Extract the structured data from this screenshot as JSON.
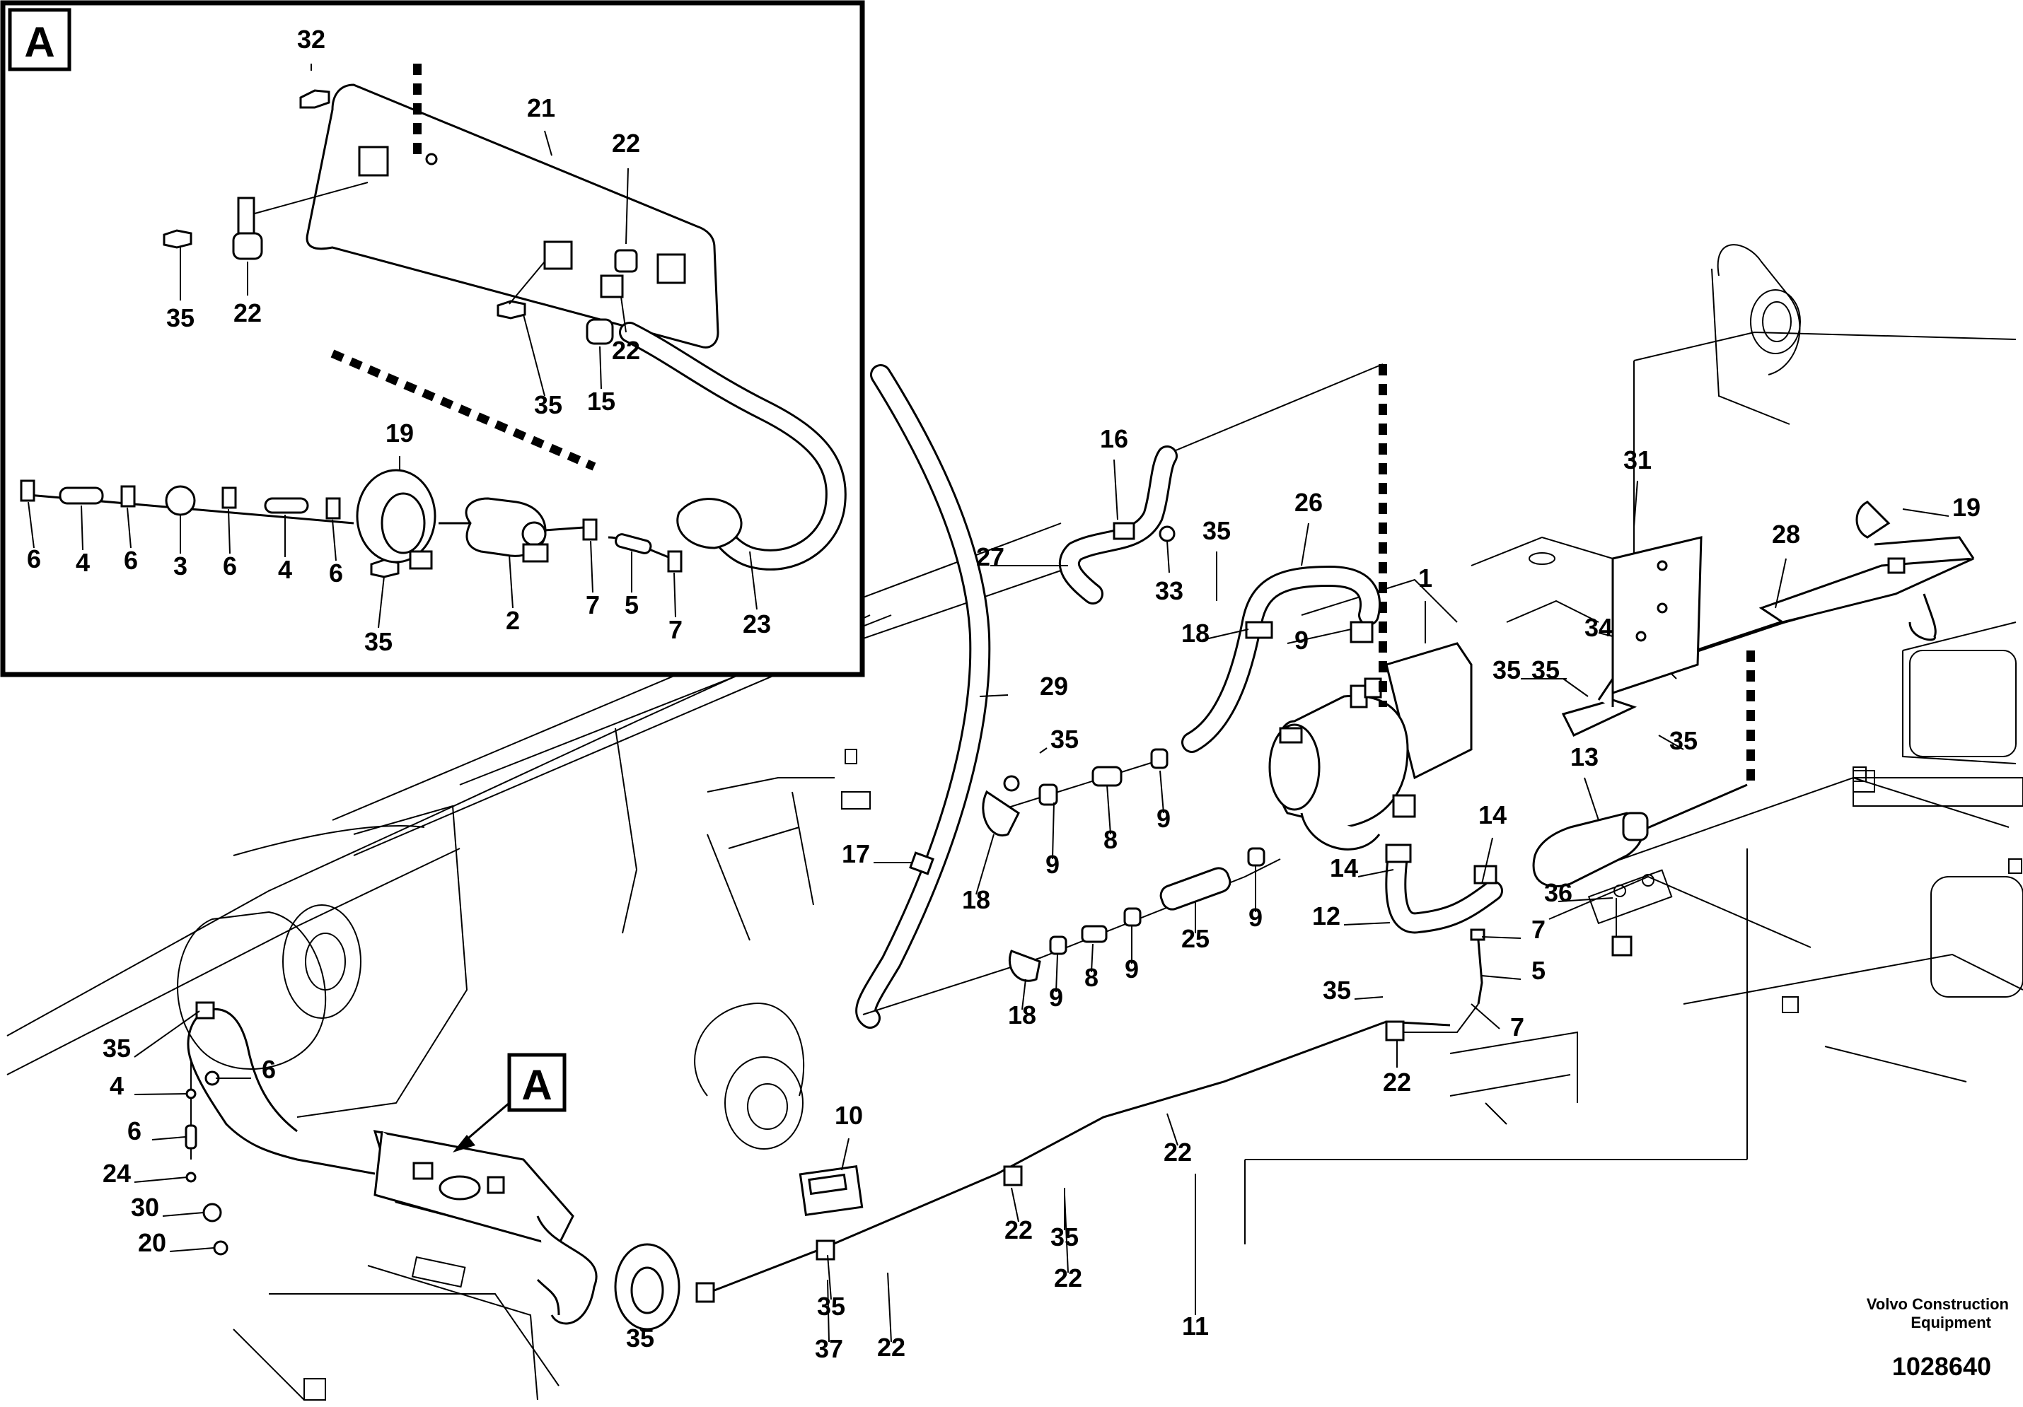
{
  "diagram": {
    "inset_tag": "A",
    "callout_tag": "A",
    "labels": {
      "inset": [
        "32",
        "21",
        "22",
        "35",
        "22",
        "22",
        "35",
        "15",
        "19",
        "6",
        "4",
        "6",
        "3",
        "6",
        "4",
        "6",
        "35",
        "2",
        "7",
        "5",
        "7",
        "23"
      ],
      "main": [
        "16",
        "35",
        "26",
        "1",
        "27",
        "33",
        "18",
        "9",
        "29",
        "35",
        "31",
        "35",
        "28",
        "19",
        "34",
        "35",
        "35",
        "13",
        "17",
        "9",
        "8",
        "9",
        "18",
        "14",
        "14",
        "12",
        "36",
        "18",
        "9",
        "8",
        "9",
        "25",
        "9",
        "7",
        "5",
        "35",
        "7",
        "22",
        "22",
        "11",
        "35",
        "6",
        "4",
        "6",
        "24",
        "30",
        "20",
        "10",
        "22",
        "35",
        "22",
        "35",
        "37",
        "22",
        "35"
      ]
    },
    "footer": {
      "company_line1": "Volvo Construction",
      "company_line2": "Equipment",
      "ref_number": "1028640"
    }
  }
}
